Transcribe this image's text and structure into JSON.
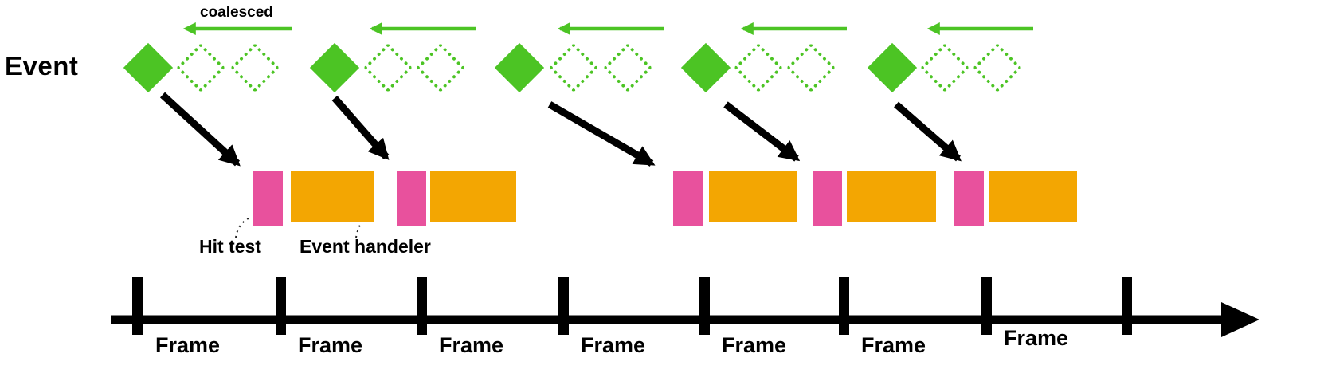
{
  "labels": {
    "event": "Event",
    "coalesced": "coalesced",
    "hit_test": "Hit test",
    "event_handler": "Event handeler"
  },
  "timeline": {
    "frames": [
      "Frame",
      "Frame",
      "Frame",
      "Frame",
      "Frame",
      "Frame",
      "Frame"
    ]
  },
  "colors": {
    "green": "#4cc424",
    "pink": "#e8519d",
    "orange": "#f3a602",
    "ink": "#000000"
  }
}
